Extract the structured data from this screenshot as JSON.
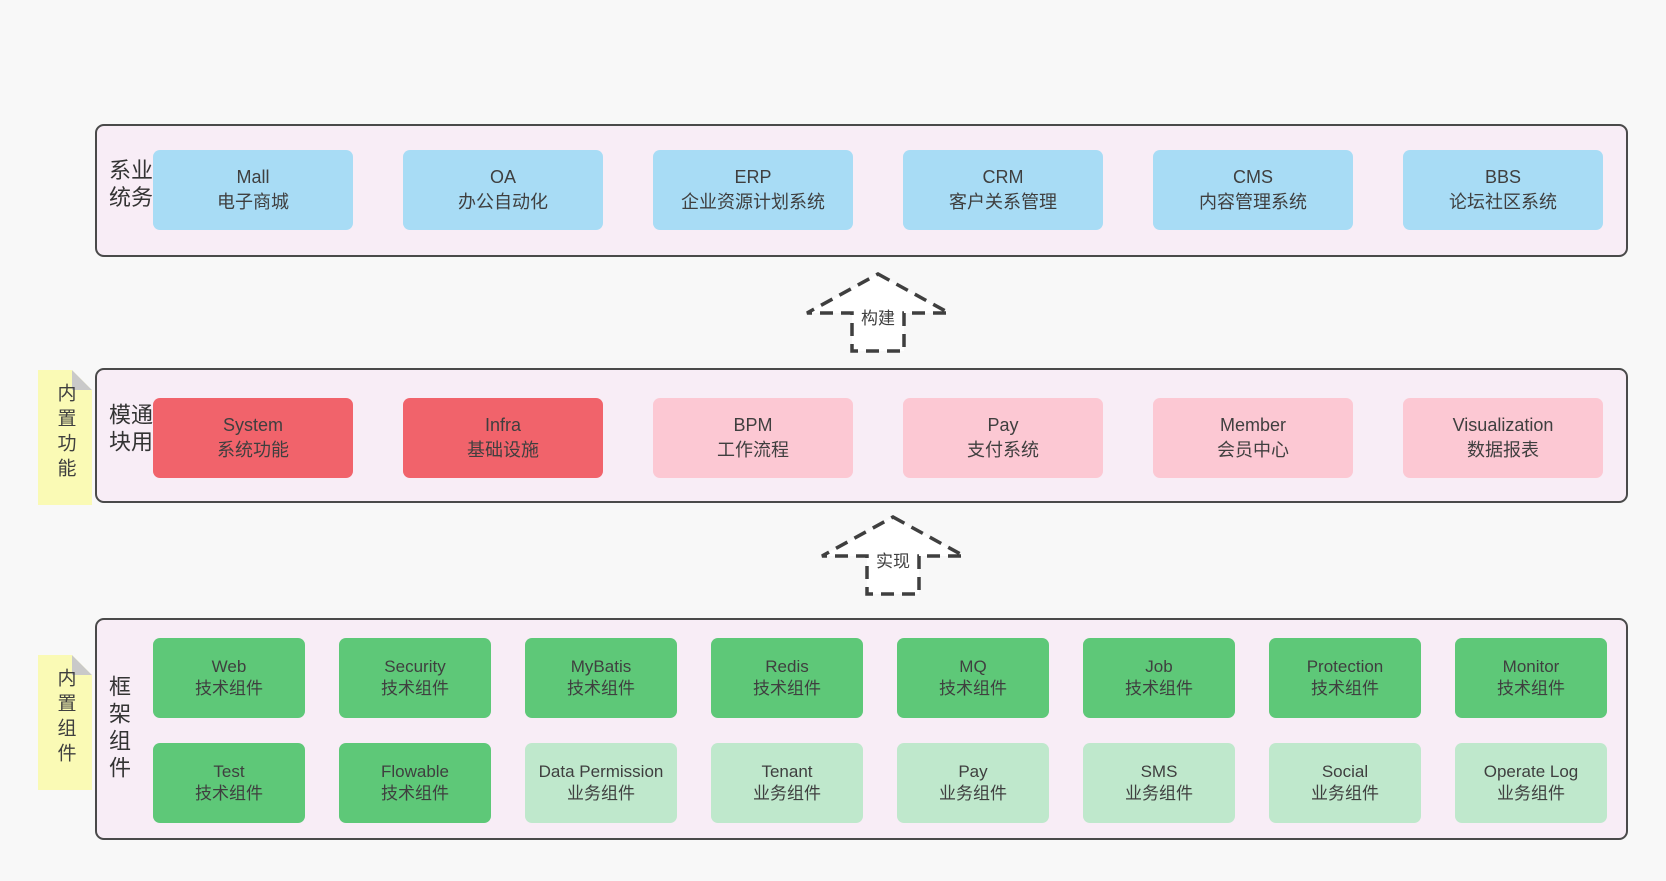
{
  "colors": {
    "page_bg": "#f8f8f8",
    "layer_bg": "#f8edf6",
    "border": "#4a4a4a",
    "text": "#3f3f3f",
    "blue_box": "#a8dcf5",
    "red_box": "#f1636b",
    "pink_box": "#fcc8d3",
    "green_box": "#5ec878",
    "green_light_box": "#bfe8cc",
    "sticky_yellow": "#fafab5",
    "sticky_fold": "#c9c9c9"
  },
  "layers": [
    {
      "label": "业务系统",
      "boxes": [
        {
          "name": "Mall",
          "desc": "电子商城"
        },
        {
          "name": "OA",
          "desc": "办公自动化"
        },
        {
          "name": "ERP",
          "desc": "企业资源计划系统"
        },
        {
          "name": "CRM",
          "desc": "客户关系管理"
        },
        {
          "name": "CMS",
          "desc": "内容管理系统"
        },
        {
          "name": "BBS",
          "desc": "论坛社区系统"
        }
      ]
    },
    {
      "label": "通用模块",
      "sticky": "内置功能",
      "boxes": [
        {
          "name": "System",
          "desc": "系统功能"
        },
        {
          "name": "Infra",
          "desc": "基础设施"
        },
        {
          "name": "BPM",
          "desc": "工作流程"
        },
        {
          "name": "Pay",
          "desc": "支付系统"
        },
        {
          "name": "Member",
          "desc": "会员中心"
        },
        {
          "name": "Visualization",
          "desc": "数据报表"
        }
      ]
    },
    {
      "label": "框架组件",
      "sticky": "内置组件",
      "rows": [
        [
          {
            "name": "Web",
            "desc": "技术组件"
          },
          {
            "name": "Security",
            "desc": "技术组件"
          },
          {
            "name": "MyBatis",
            "desc": "技术组件"
          },
          {
            "name": "Redis",
            "desc": "技术组件"
          },
          {
            "name": "MQ",
            "desc": "技术组件"
          },
          {
            "name": "Job",
            "desc": "技术组件"
          },
          {
            "name": "Protection",
            "desc": "技术组件"
          },
          {
            "name": "Monitor",
            "desc": "技术组件"
          }
        ],
        [
          {
            "name": "Test",
            "desc": "技术组件"
          },
          {
            "name": "Flowable",
            "desc": "技术组件"
          },
          {
            "name": "Data Permission",
            "desc": "业务组件"
          },
          {
            "name": "Tenant",
            "desc": "业务组件"
          },
          {
            "name": "Pay",
            "desc": "业务组件"
          },
          {
            "name": "SMS",
            "desc": "业务组件"
          },
          {
            "name": "Social",
            "desc": "业务组件"
          },
          {
            "name": "Operate Log",
            "desc": "业务组件"
          }
        ]
      ]
    }
  ],
  "arrows": [
    {
      "label": "构建"
    },
    {
      "label": "实现"
    }
  ]
}
